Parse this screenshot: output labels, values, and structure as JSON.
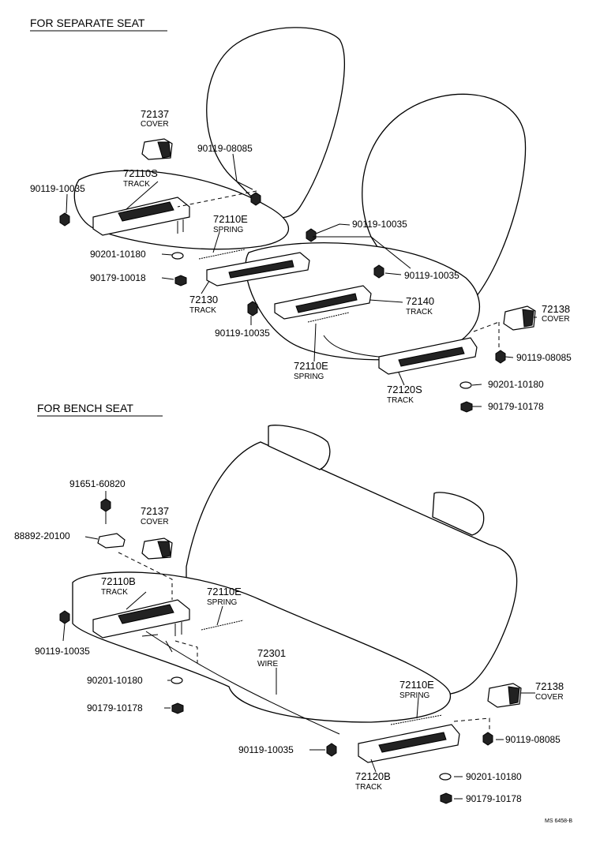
{
  "sections": {
    "separate_title": "FOR SEPARATE SEAT",
    "bench_title": "FOR BENCH SEAT"
  },
  "separate": {
    "cover_72137": {
      "num": "72137",
      "name": "COVER"
    },
    "bolt_08085_a": "90119-08085",
    "track_72110s": {
      "num": "72110S",
      "name": "TRACK"
    },
    "bolt_10035_a": "90119-10035",
    "spring_72110e_a": {
      "num": "72110E",
      "name": "SPRING"
    },
    "bolt_10035_b": "90119-10035",
    "washer_10180_a": "90201-10180",
    "bolt_10035_c": "90119-10035",
    "nut_10018": "90179-10018",
    "track_72130": {
      "num": "72130",
      "name": "TRACK"
    },
    "track_72140": {
      "num": "72140",
      "name": "TRACK"
    },
    "cover_72138": {
      "num": "72138",
      "name": "COVER"
    },
    "bolt_10035_d": "90119-10035",
    "spring_72110e_b": {
      "num": "72110E",
      "name": "SPRING"
    },
    "bolt_08085_b": "90119-08085",
    "washer_10180_b": "90201-10180",
    "track_72120s": {
      "num": "72120S",
      "name": "TRACK"
    },
    "nut_10178_a": "90179-10178"
  },
  "bench": {
    "bolt_60820": "91651-60820",
    "cover_72137": {
      "num": "72137",
      "name": "COVER"
    },
    "bracket_20100": "88892-20100",
    "track_72110b": {
      "num": "72110B",
      "name": "TRACK"
    },
    "spring_72110e_c": {
      "num": "72110E",
      "name": "SPRING"
    },
    "bolt_10035_e": "90119-10035",
    "wire_72301": {
      "num": "72301",
      "name": "WIRE"
    },
    "washer_10180_c": "90201-10180",
    "nut_10178_b": "90179-10178",
    "spring_72110e_d": {
      "num": "72110E",
      "name": "SPRING"
    },
    "cover_72138": {
      "num": "72138",
      "name": "COVER"
    },
    "bolt_10035_f": "90119-10035",
    "bolt_08085_c": "90119-08085",
    "track_72120b": {
      "num": "72120B",
      "name": "TRACK"
    },
    "washer_10180_d": "90201-10180",
    "nut_10178_c": "90179-10178"
  },
  "footer_code": "MS 6458-B"
}
